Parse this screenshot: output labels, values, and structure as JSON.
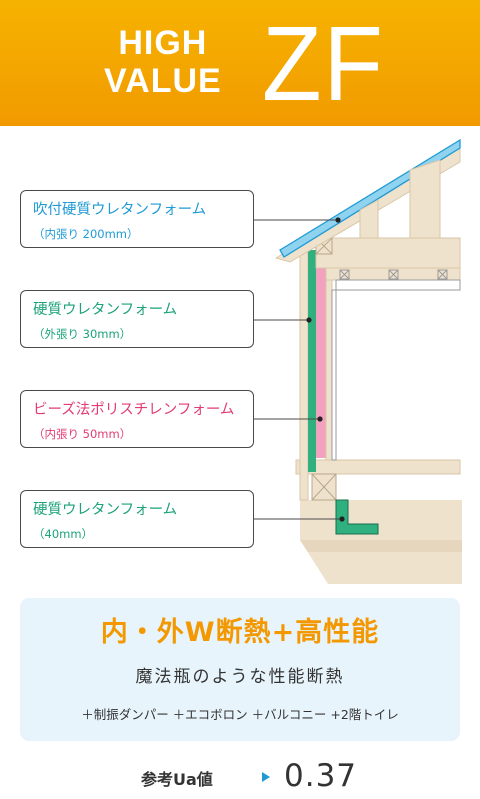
{
  "header": {
    "high": "HIGH",
    "value": "VALUE",
    "model": "ZF"
  },
  "labels": [
    {
      "title": "吹付硬質ウレタンフォーム",
      "sub": "（内張り 200mm）"
    },
    {
      "title": "硬質ウレタンフォーム",
      "sub": "（外張り 30mm）"
    },
    {
      "title": "ビーズ法ポリスチレンフォーム",
      "sub": "（内張り 50mm）"
    },
    {
      "title": "硬質ウレタンフォーム",
      "sub": "（40mm）"
    }
  ],
  "panel": {
    "title": "内・外W断熱+高性能",
    "subtitle": "魔法瓶のような性能断熱",
    "features": "＋制振ダンパー ＋エコボロン ＋バルコニー +2階トイレ"
  },
  "ua": {
    "label": "参考Ua値",
    "value": "0.37"
  },
  "colors": {
    "header": "#f39800",
    "blue": "#1f9ad6",
    "green": "#1ba37a",
    "pink": "#e33b74",
    "wood": "#efe2cd"
  }
}
